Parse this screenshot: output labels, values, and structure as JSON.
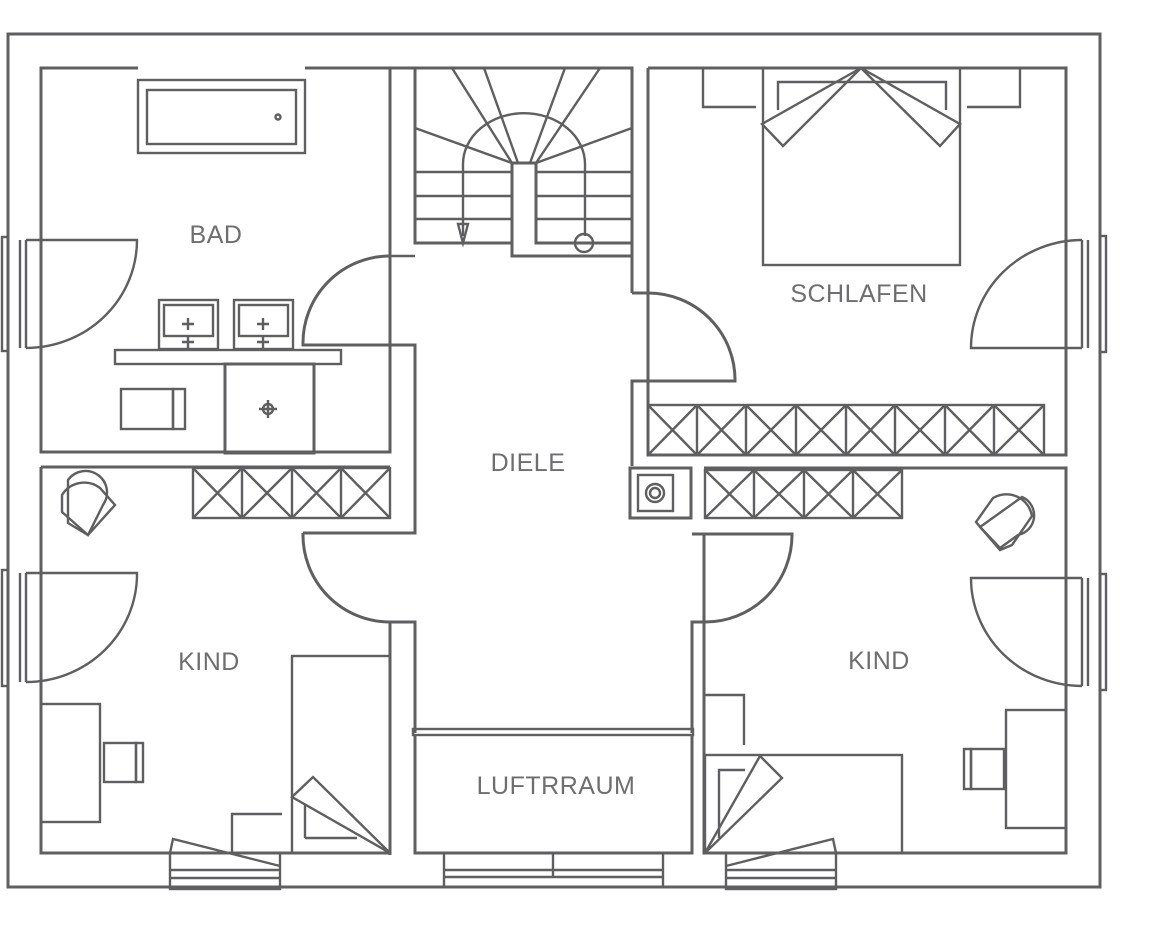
{
  "rooms": {
    "bad": "BAD",
    "schlafen": "SCHLAFEN",
    "diele": "DIELE",
    "kind_left": "KIND",
    "kind_right": "KIND",
    "luftraum": "LUFTRRAUM"
  },
  "colors": {
    "line": "#5f5f61",
    "label": "#6e6e70",
    "background": "#ffffff"
  }
}
